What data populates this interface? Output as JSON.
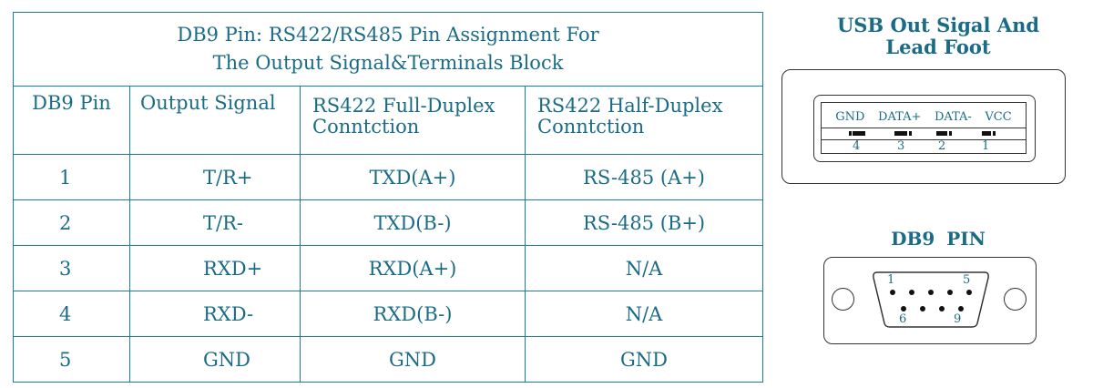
{
  "table": {
    "title_line1": "DB9 Pin: RS422/RS485 Pin Assignment For",
    "title_line2": "The Output Signal&Terminals Block",
    "headers": {
      "pin": "DB9 Pin",
      "signal": "Output Signal",
      "full_line1": "RS422 Full-Duplex",
      "full_line2": "Conntction",
      "half_line1": "RS422 Half-Duplex",
      "half_line2": "Conntction"
    },
    "rows": [
      {
        "pin": "1",
        "signal": "T/R+",
        "full": "TXD(A+)",
        "half": "RS-485 (A+)"
      },
      {
        "pin": "2",
        "signal": "T/R-",
        "full": "TXD(B-)",
        "half": "RS-485 (B+)"
      },
      {
        "pin": "3",
        "signal": "RXD+",
        "full": "RXD(A+)",
        "half": "N/A"
      },
      {
        "pin": "4",
        "signal": "RXD-",
        "full": "RXD(B-)",
        "half": "N/A"
      },
      {
        "pin": "5",
        "signal": "GND",
        "full": "GND",
        "half": "GND"
      }
    ]
  },
  "usb": {
    "title_line1": "USB Out Sigal And",
    "title_line2": "Lead Foot",
    "labels": [
      "GND",
      "DATA+",
      "DATA-",
      "VCC"
    ],
    "numbers": [
      "4",
      "3",
      "2",
      "1"
    ]
  },
  "db9": {
    "title": "DB9 PIN",
    "labels": {
      "pin1": "1",
      "pin5": "5",
      "pin6": "6",
      "pin9": "9"
    }
  },
  "colors": {
    "text": "#1a6c86",
    "border": "#1a7f99",
    "drawing": "#333333"
  }
}
